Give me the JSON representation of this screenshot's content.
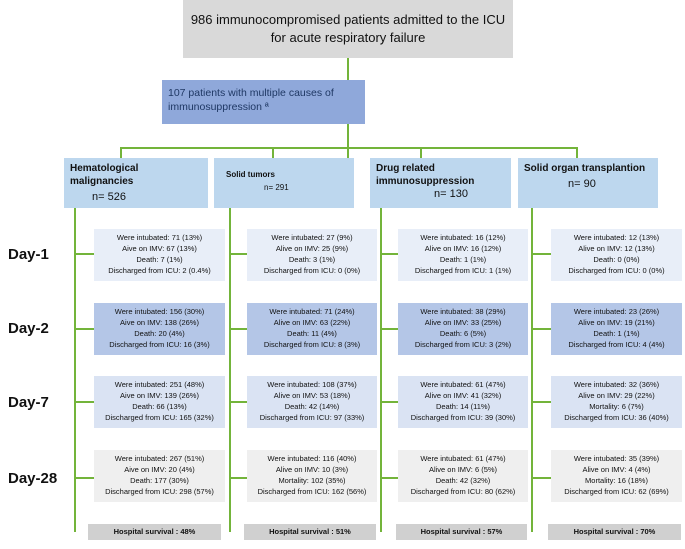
{
  "top": {
    "line1": "986 immunocompromised patients admitted to the ICU",
    "line2": "for acute respiratory failure"
  },
  "multiple": {
    "text": "107 patients with multiple causes of immunosuppression ª"
  },
  "groups": [
    {
      "title": "Hematological malignancies",
      "n": "n= 526"
    },
    {
      "title": "Solid tumors",
      "n": "n= 291"
    },
    {
      "title": "Drug related immunosuppression",
      "n": "n= 130"
    },
    {
      "title": "Solid organ transplantion",
      "n": "n= 90"
    }
  ],
  "days": [
    "Day-1",
    "Day-2",
    "Day-7",
    "Day-28"
  ],
  "stats": [
    [
      [
        "Were intubated: 71 (13%)",
        "Aive on IMV:  67 (13%)",
        "Death: 7 (1%)",
        "Discharged from ICU: 2 (0.4%)"
      ],
      [
        "Were intubated: 156 (30%)",
        "Aive on IMV: 138 (26%)",
        "Death: 20 (4%)",
        "Discharged from ICU: 16 (3%)"
      ],
      [
        "Were intubated: 251 (48%)",
        "Aive on IMV: 139 (26%)",
        "Death: 66 (13%)",
        "Discharged from ICU: 165 (32%)"
      ],
      [
        "Were intubated: 267 (51%)",
        "Aive on IMV: 20 (4%)",
        "Death: 177 (30%)",
        "Discharged from ICU: 298 (57%)"
      ]
    ],
    [
      [
        "Were intubated: 27 (9%)",
        "Alive on IMV: 25 (9%)",
        "Death: 3 (1%)",
        "Discharged from ICU: 0 (0%)"
      ],
      [
        "Were intubated: 71 (24%)",
        "Alive on IMV: 63 (22%)",
        "Death: 11 (4%)",
        "Discharged from ICU: 8 (3%)"
      ],
      [
        "Were intubated: 108 (37%)",
        "Alive on IMV: 53 (18%)",
        "Death: 42 (14%)",
        "Discharged from ICU: 97 (33%)"
      ],
      [
        "Were intubated: 116 (40%)",
        "Alive on IMV: 10 (3%)",
        "Mortality: 102 (35%)",
        "Discharged from ICU: 162 (56%)"
      ]
    ],
    [
      [
        "Were intubated: 16 (12%)",
        "Alive on IMV: 16  (12%)",
        "Death: 1 (1%)",
        "Discharged from ICU: 1 (1%)"
      ],
      [
        "Were intubated: 38 (29%)",
        "Alive on IMV: 33 (25%)",
        "Death: 6 (5%)",
        "Discharged from ICU: 3 (2%)"
      ],
      [
        "Were intubated: 61 (47%)",
        "Alive on IMV: 41 (32%)",
        "Death: 14 (11%)",
        "Discharged from ICU: 39 (30%)"
      ],
      [
        "Were intubated: 61 (47%)",
        "Alive on IMV: 6 (5%)",
        "Death: 42 (32%)",
        "Discharged from ICU: 80 (62%)"
      ]
    ],
    [
      [
        "Were intubated: 12 (13%)",
        "Alive on IMV: 12 (13%)",
        "Death: 0 (0%)",
        "Discharged from ICU: 0 (0%)"
      ],
      [
        "Were intubated: 23 (26%)",
        "Alive on IMV: 19 (21%)",
        "Death: 1 (1%)",
        "Discharged from ICU: 4 (4%)"
      ],
      [
        "Were intubated: 32 (36%)",
        "Alive on IMV: 29 (22%)",
        "Mortality: 6 (7%)",
        "Discharged from ICU: 36 (40%)"
      ],
      [
        "Were intubated: 35 (39%)",
        "Alive on IMV: 4 (4%)",
        "Mortality: 16 (18%)",
        "Discharged from ICU: 62 (69%)"
      ]
    ]
  ],
  "survival": [
    "Hospital survival : 48%",
    "Hospital survival : 51%",
    "Hospital survival : 57%",
    "Hospital survival : 70%"
  ],
  "colors": {
    "connector": "#73b43a",
    "group_box": "#bdd7ee",
    "multiple_box": "#8fa8da",
    "top_box": "#d9d9d9",
    "survival_box": "#d0d0d0"
  }
}
